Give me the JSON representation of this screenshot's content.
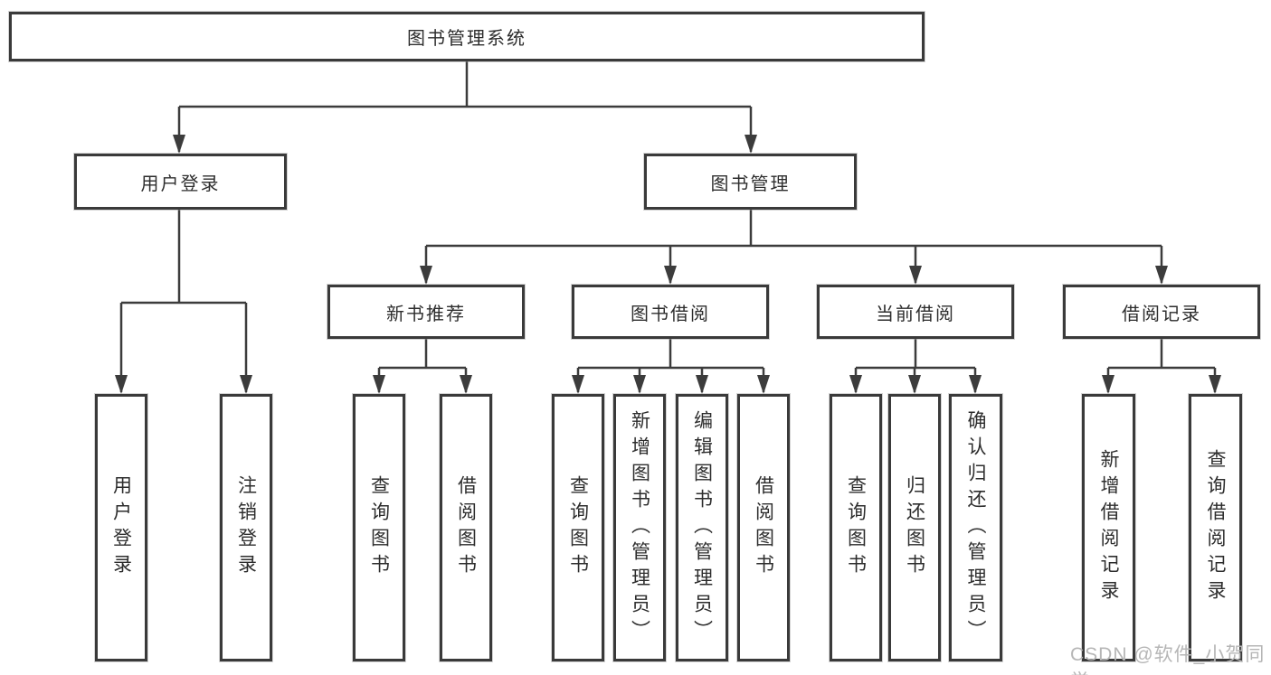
{
  "diagram": {
    "root": {
      "label": "图书管理系统"
    },
    "level2": {
      "user_login": {
        "label": "用户登录"
      },
      "book_mgmt": {
        "label": "图书管理"
      }
    },
    "level3": {
      "new_books": {
        "label": "新书推荐"
      },
      "book_borrow": {
        "label": "图书借阅"
      },
      "current_borrow": {
        "label": "当前借阅"
      },
      "borrow_records": {
        "label": "借阅记录"
      }
    },
    "leaves": {
      "user_login": {
        "label": "用户登录"
      },
      "logout": {
        "label": "注销登录"
      },
      "nb_search": {
        "label": "查询图书"
      },
      "nb_borrow": {
        "label": "借阅图书"
      },
      "bb_search": {
        "label": "查询图书"
      },
      "bb_add": {
        "label": "新增图书（管理员）"
      },
      "bb_edit": {
        "label": "编辑图书（管理员）"
      },
      "bb_borrow": {
        "label": "借阅图书"
      },
      "cb_search": {
        "label": "查询图书"
      },
      "cb_return": {
        "label": "归还图书"
      },
      "cb_confirm": {
        "label": "确认归还（管理员）"
      },
      "br_add": {
        "label": "新增借阅记录"
      },
      "br_search": {
        "label": "查询借阅记录"
      }
    }
  },
  "watermark": {
    "text": "CSDN @软件_小贺同学"
  },
  "colors": {
    "line": "#3c3c3c",
    "border": "#3a3a3a",
    "text": "#2d2d2d",
    "watermark": "#b6b6b6",
    "background": "#ffffff"
  }
}
